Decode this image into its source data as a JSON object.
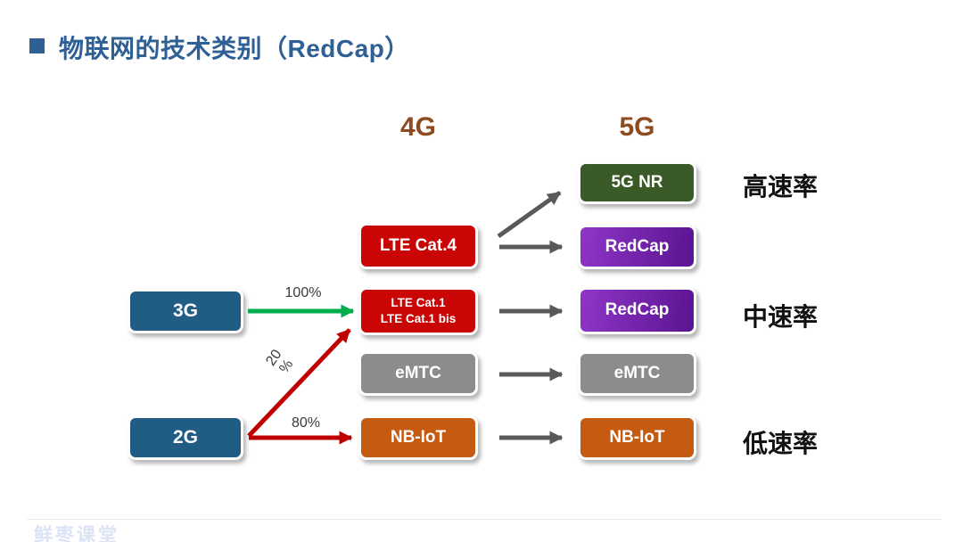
{
  "title": "物联网的技术类别（RedCap）",
  "headers": {
    "col_4g": "4G",
    "col_5g": "5G"
  },
  "left_column": {
    "g3": "3G",
    "g2": "2G"
  },
  "col_4g": {
    "cat4": "LTE Cat.4",
    "cat1": "LTE Cat.1\nLTE Cat.1 bis",
    "emtc": "eMTC",
    "nbiot": "NB-IoT"
  },
  "col_5g": {
    "nr": "5G NR",
    "redcap_high": "RedCap",
    "redcap_mid": "RedCap",
    "emtc": "eMTC",
    "nbiot": "NB-IoT"
  },
  "speed_labels": {
    "high": "高速率",
    "mid": "中速率",
    "low": "低速率"
  },
  "migration_labels": {
    "from_3g_to_cat1": "100%",
    "from_2g_to_cat1": "20\n%",
    "from_2g_to_nbiot": "80%"
  },
  "watermark": "鲜枣课堂",
  "palette": {
    "title_blue": "#2E6095",
    "header_brown": "#8E4B20",
    "generation_blue": "#215C85",
    "lte_red": "#C90505",
    "redcap_purple_light": "#8F35C9",
    "redcap_purple_dark": "#5A1490",
    "nr_dark_green": "#3A5B28",
    "emtc_gray": "#8C8C8C",
    "nbiot_orange": "#C55A11",
    "arrow_gray": "#595959",
    "arrow_green": "#00AE4D",
    "arrow_red": "#C00000",
    "watermark_blue": "#DCE3F5"
  }
}
